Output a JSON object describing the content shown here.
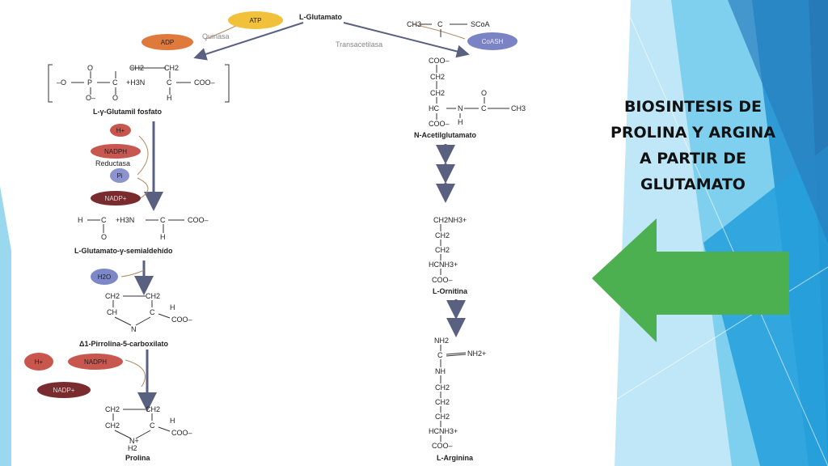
{
  "slide": {
    "title_lines": [
      "BIOSINTESIS DE",
      "PROLINA Y ARGINA",
      "A PARTIR DE",
      "GLUTAMATO"
    ]
  },
  "pathway": {
    "start": "L-Glutamato",
    "kinase_cofactors": [
      "ATP",
      "ADP"
    ],
    "kinase_enzyme": "Quinasa",
    "acetyl_donor": [
      "CH3",
      "C",
      "SCoA"
    ],
    "acetyl_byproduct": "CoASH",
    "transacetylase_enzyme": "Transacetilasa",
    "glutamyl_phosphate": {
      "name": "L-γ-Glutamil fosfato",
      "formula_top": [
        "O",
        "CH2",
        "CH2"
      ],
      "formula_mid": [
        "–O",
        "P",
        "C",
        "+H3N",
        "C",
        "COO–"
      ],
      "formula_bot": [
        "O–",
        "O",
        "H"
      ]
    },
    "reductase": {
      "enzyme": "Reductasa",
      "h": "H+",
      "nadph": "NADPH",
      "pi": "Pi",
      "nadp": "NADP+"
    },
    "semialdehyde": {
      "name": "L-Glutamato-γ-semialdehído",
      "formula_mid": [
        "H",
        "C",
        "+H3N",
        "C",
        "COO–"
      ],
      "formula_bot": [
        "O",
        "H"
      ]
    },
    "water": "H2O",
    "p5c": {
      "name": "Δ1-Pirrolina-5-carboxilato",
      "ring_top": [
        "CH2",
        "CH2"
      ],
      "ring_mid": [
        "CH",
        "C",
        "H",
        "COO–"
      ],
      "ring_n": "N"
    },
    "second_reduction": {
      "h": "H+",
      "nadph": "NADPH",
      "nadp": "NADP+"
    },
    "proline": {
      "name": "Prolina",
      "ring_top": [
        "CH2",
        "CH2"
      ],
      "ring_mid": [
        "CH2",
        "C",
        "H",
        "COO–"
      ],
      "ring_n": "N+",
      "ring_h2": "H2"
    },
    "acetylglutamate": {
      "name": "N-Acetilglutamato",
      "chain": [
        "COO–",
        "CH2",
        "CH2",
        "HC",
        "N",
        "C",
        "CH3",
        "COO–",
        "H",
        "O"
      ]
    },
    "ornithine": {
      "name": "L-Ornitina",
      "chain": [
        "CH2NH3+",
        "CH2",
        "CH2",
        "HCNH3+",
        "COO–"
      ]
    },
    "arginine": {
      "name": "L-Arginina",
      "chain": [
        "NH2",
        "C",
        "NH2+",
        "NH",
        "CH2",
        "CH2",
        "CH2",
        "HCNH3+",
        "COO–"
      ]
    }
  },
  "colors": {
    "atp": "#f2c13c",
    "adp": "#e07a3c",
    "coash": "#7a84c4",
    "h_plus": "#c9564c",
    "nadph": "#c7574f",
    "pi": "#8c93cf",
    "nadp": "#7a2b2e",
    "water": "#7c88c8",
    "arrow": "#5a6180",
    "nav_arrow": "#4caf50",
    "deco_light": "#8fd3f0",
    "deco_dark": "#1f6ea8"
  },
  "icons": {
    "nav": "left-arrow-icon"
  }
}
